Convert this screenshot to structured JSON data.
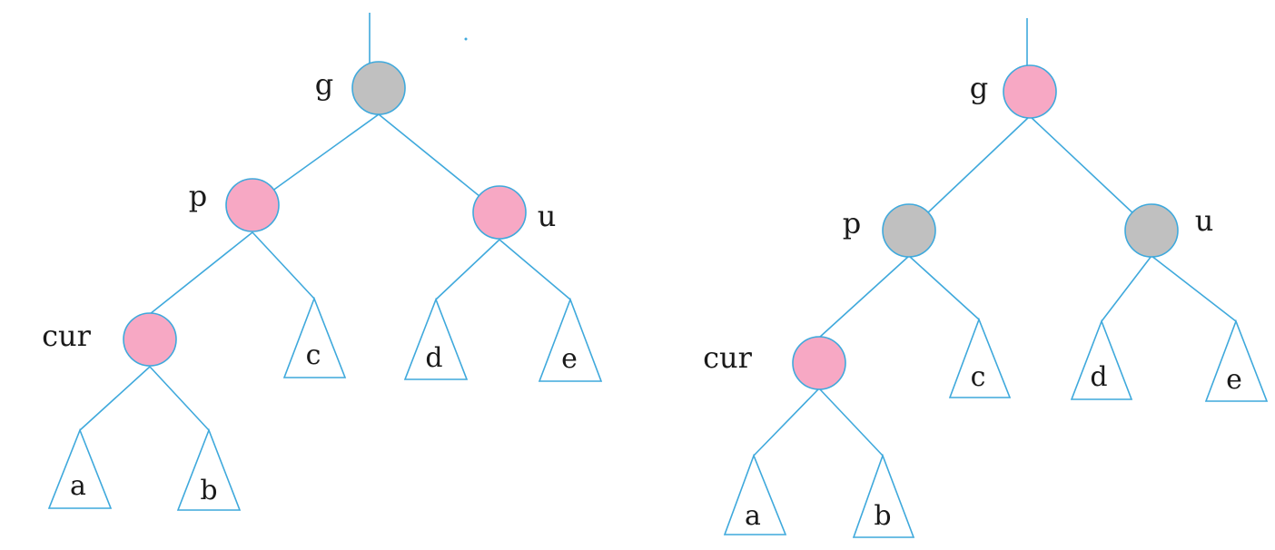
{
  "colors": {
    "red": "#f7a8c4",
    "black": "#c0c0c0",
    "line": "#3fa9dc"
  },
  "left_tree": {
    "g": {
      "label": "g",
      "color": "black"
    },
    "p": {
      "label": "p",
      "color": "red"
    },
    "u": {
      "label": "u",
      "color": "red"
    },
    "cur": {
      "label": "cur",
      "color": "red"
    },
    "subtrees": {
      "a": "a",
      "b": "b",
      "c": "c",
      "d": "d",
      "e": "e"
    }
  },
  "right_tree": {
    "g": {
      "label": "g",
      "color": "red"
    },
    "p": {
      "label": "p",
      "color": "black"
    },
    "u": {
      "label": "u",
      "color": "black"
    },
    "cur": {
      "label": "cur",
      "color": "red"
    },
    "subtrees": {
      "a": "a",
      "b": "b",
      "c": "c",
      "d": "d",
      "e": "e"
    }
  }
}
